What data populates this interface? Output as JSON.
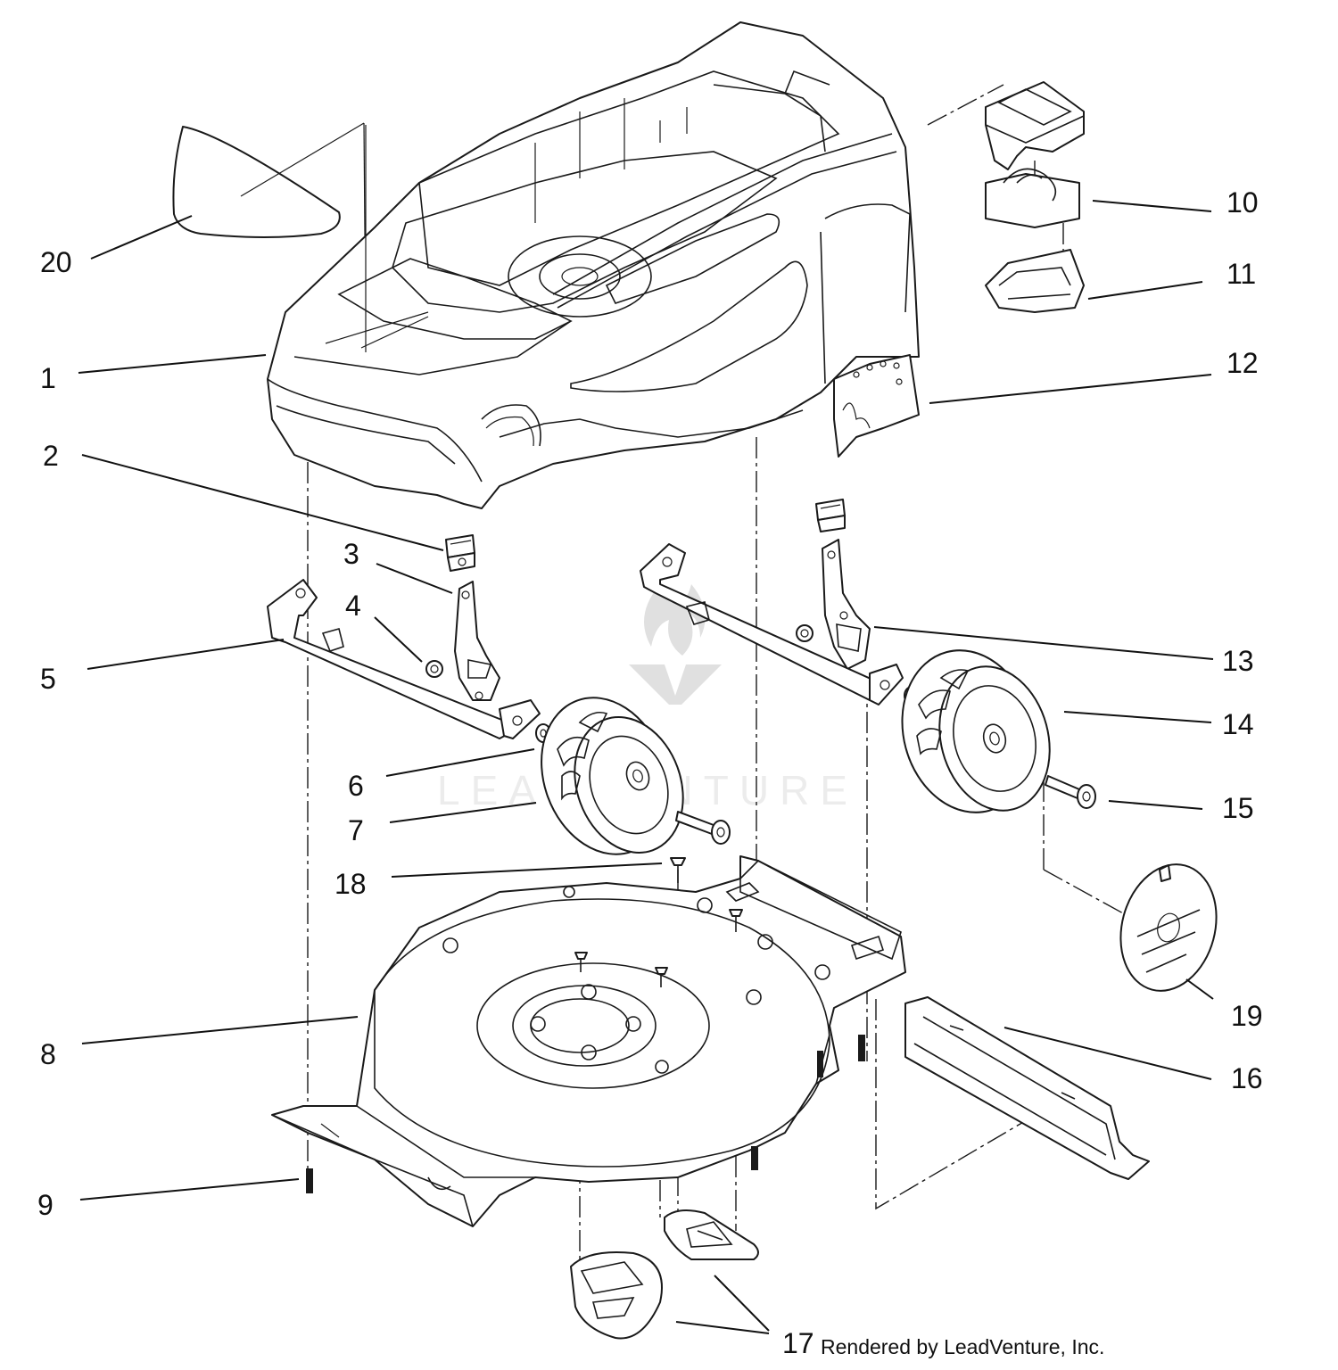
{
  "diagram": {
    "callouts": [
      "1",
      "2",
      "3",
      "4",
      "5",
      "6",
      "7",
      "8",
      "9",
      "10",
      "11",
      "12",
      "13",
      "14",
      "15",
      "16",
      "17",
      "18",
      "19",
      "20"
    ],
    "credit": "Rendered by LeadVenture, Inc.",
    "watermark": "LEADVENTURE"
  }
}
